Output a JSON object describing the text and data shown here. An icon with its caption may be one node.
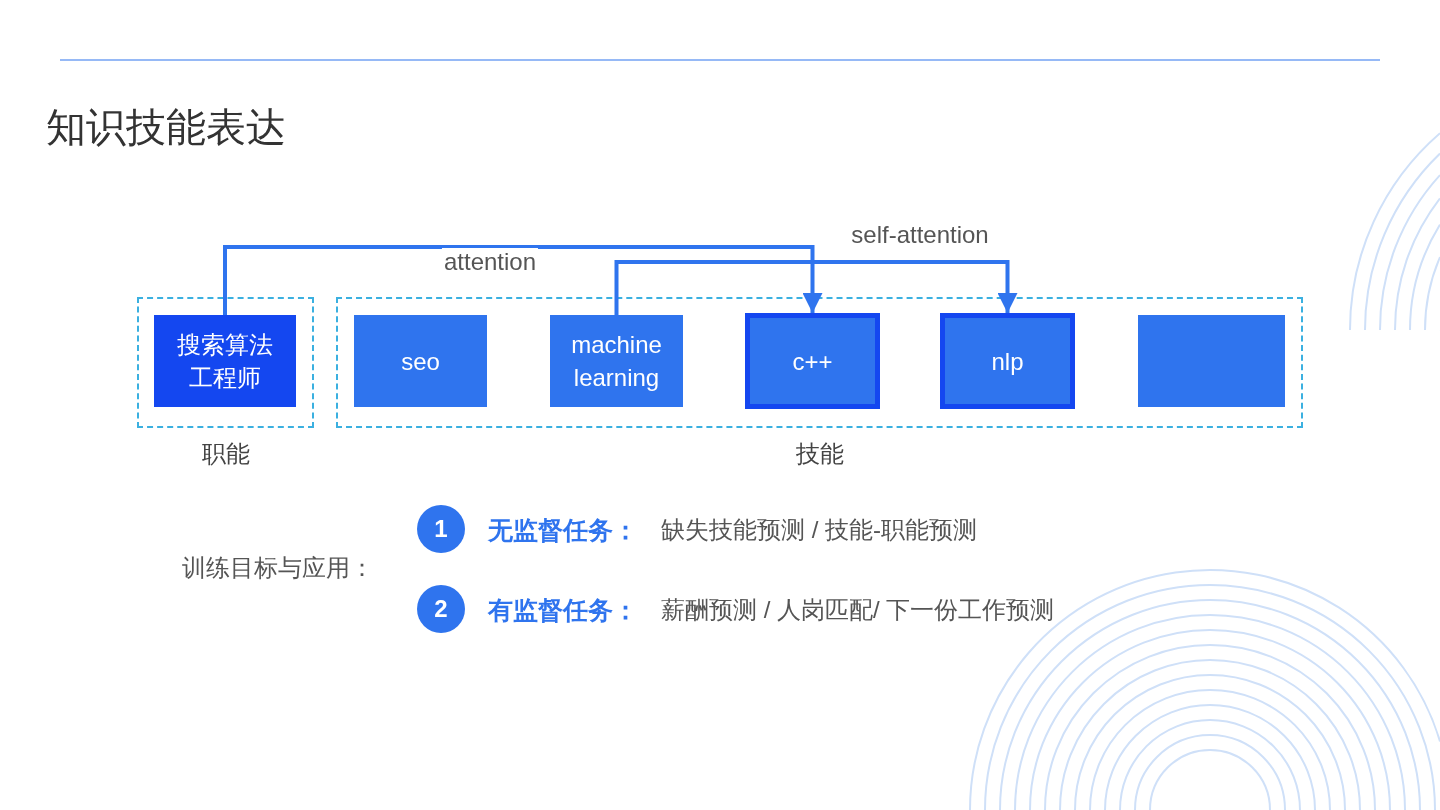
{
  "diagram": {
    "title": "知识技能表达",
    "nodes": [
      {
        "text": [
          "职能"
        ]
      },
      {
        "text": [
          "搜索算法工程师"
        ],
        "in": 0
      },
      {
        "text": [
          "技能"
        ]
      },
      {
        "text": [
          "seo"
        ],
        "in": 2
      },
      {
        "text": [
          "machine learning"
        ],
        "in": 2
      },
      {
        "text": [
          "c++"
        ],
        "in": 2
      },
      {
        "text": [
          "nlp"
        ],
        "in": 2
      },
      {
        "text": [],
        "shape": "box",
        "in": 2
      }
    ],
    "edges": [
      {
        "from": 1,
        "to": 5,
        "arrow": "to",
        "label": "attention"
      },
      {
        "from": 4,
        "to": 6,
        "arrow": "to",
        "label": "self-attention"
      }
    ],
    "labels": [
      "训练目标与应用：",
      "1",
      "无监督任务：",
      "缺失技能预测 / 技能-职能预测",
      "2",
      "有监督任务：",
      "薪酬预测 / 人岗匹配/ 下一份工作预测"
    ]
  }
}
